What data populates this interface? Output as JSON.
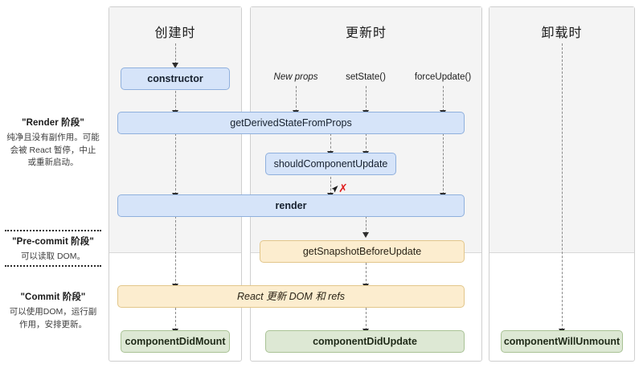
{
  "phases": [
    {
      "title": "\"Render 阶段\"",
      "desc": "纯净且没有副作用。可能会被 React 暂停，中止或重新启动。"
    },
    {
      "title": "\"Pre-commit 阶段\"",
      "desc": "可以读取 DOM。"
    },
    {
      "title": "\"Commit 阶段\"",
      "desc": "可以使用DOM，运行副作用，安排更新。"
    }
  ],
  "columns": [
    {
      "title": "创建时"
    },
    {
      "title": "更新时"
    },
    {
      "title": "卸载时"
    }
  ],
  "triggers": [
    {
      "label": "New props"
    },
    {
      "label": "setState()"
    },
    {
      "label": "forceUpdate()"
    }
  ],
  "boxes": {
    "constructor": "constructor",
    "get_derived_state": "getDerivedStateFromProps",
    "should_component_update": "shouldComponentUpdate",
    "render": "render",
    "get_snapshot": "getSnapshotBeforeUpdate",
    "react_updates": "React 更新 DOM 和 refs",
    "did_mount": "componentDidMount",
    "did_update": "componentDidUpdate",
    "will_unmount": "componentWillUnmount"
  },
  "markers": {
    "skip_render_x": "✗"
  },
  "colors": {
    "box_blue_fill": "#d6e4f9",
    "box_blue_border": "#8fb0dd",
    "box_cream_fill": "#fcedcf",
    "box_cream_border": "#e2c68a",
    "box_green_fill": "#dde8d4",
    "box_green_border": "#a9c295",
    "panel_grey": "#f4f4f4",
    "marker_red": "#e02020"
  }
}
